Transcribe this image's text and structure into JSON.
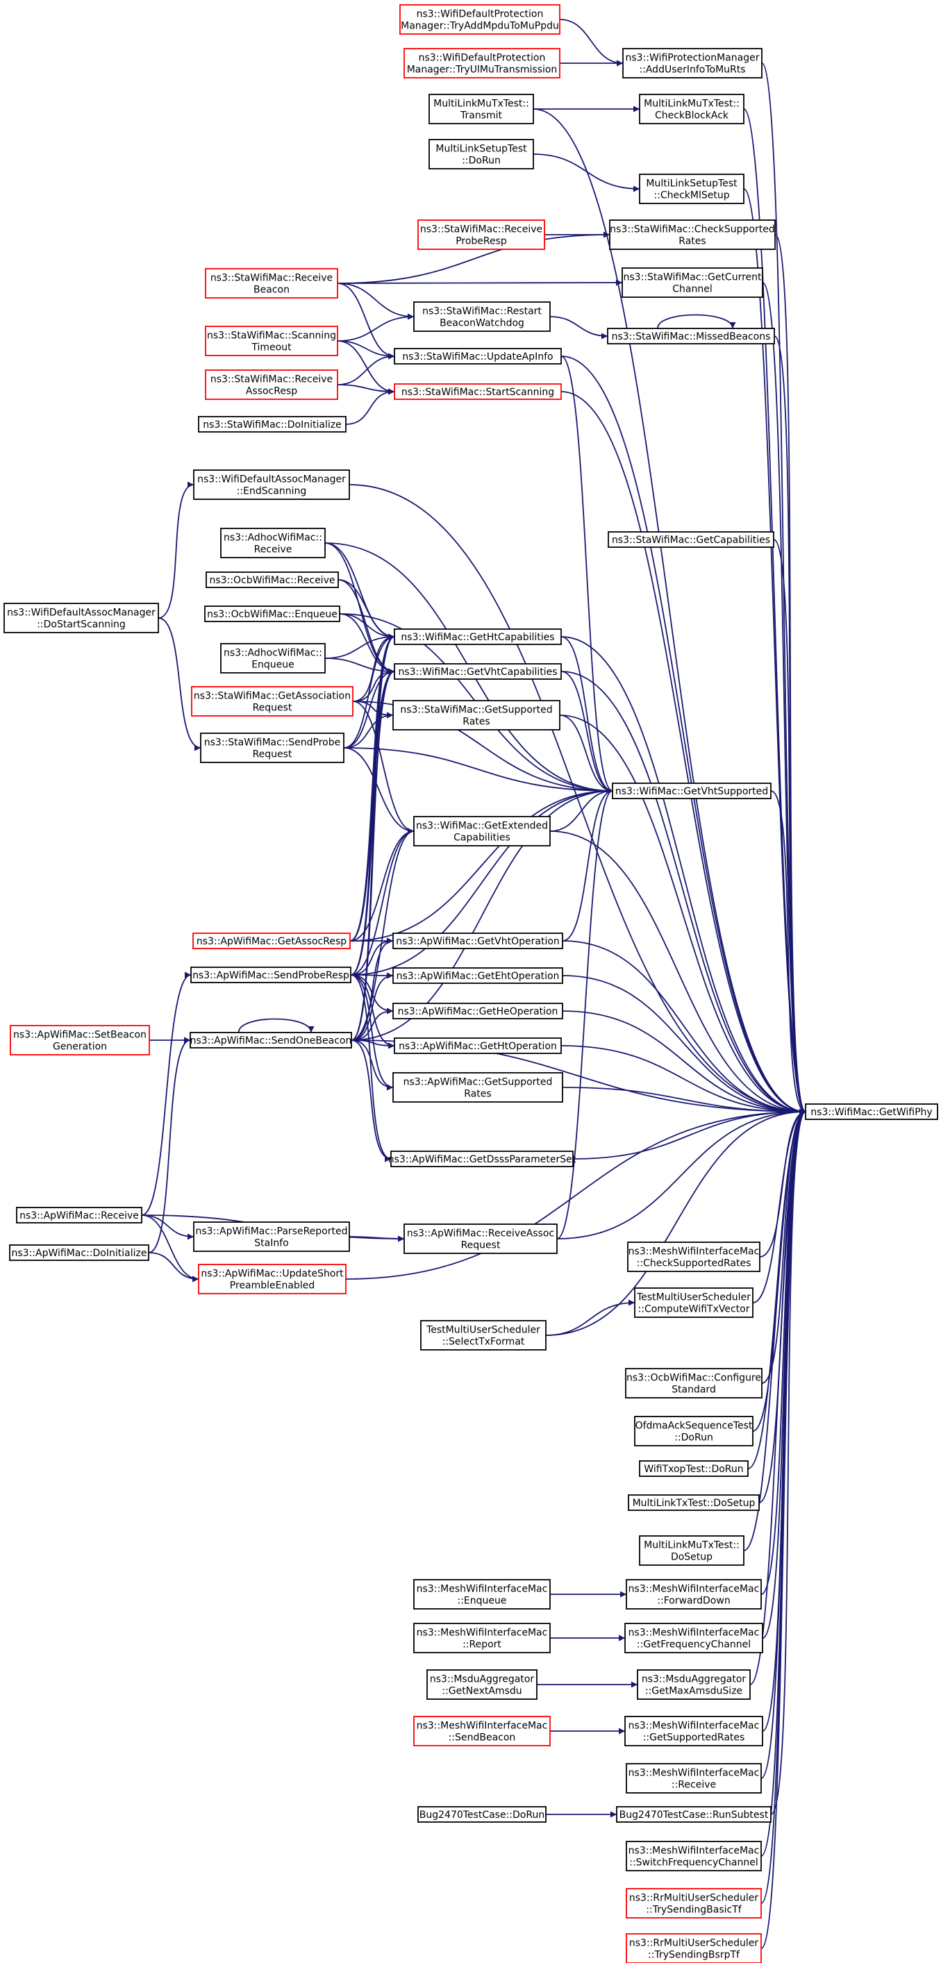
{
  "colors": {
    "edge": "#191970",
    "border_default": "#000000",
    "border_highlight": "#ff0000",
    "target_fill": "#bfbfbf",
    "background": "#ffffff"
  },
  "nodes": [
    {
      "id": "n1",
      "lines": [
        "ns3::WifiDefaultProtection",
        "Manager::TryAddMpduToMuPpdu"
      ],
      "style": "red"
    },
    {
      "id": "n2",
      "lines": [
        "ns3::WifiDefaultProtection",
        "Manager::TryUlMuTransmission"
      ],
      "style": "red"
    },
    {
      "id": "n3",
      "lines": [
        "ns3::WifiProtectionManager",
        "::AddUserInfoToMuRts"
      ],
      "style": "black"
    },
    {
      "id": "n4",
      "lines": [
        "MultiLinkMuTxTest::",
        "Transmit"
      ],
      "style": "black"
    },
    {
      "id": "n5",
      "lines": [
        "MultiLinkMuTxTest::",
        "CheckBlockAck"
      ],
      "style": "black"
    },
    {
      "id": "n6",
      "lines": [
        "MultiLinkSetupTest",
        "::DoRun"
      ],
      "style": "black"
    },
    {
      "id": "n7",
      "lines": [
        "MultiLinkSetupTest",
        "::CheckMlSetup"
      ],
      "style": "black"
    },
    {
      "id": "n8",
      "lines": [
        "ns3::StaWifiMac::Receive",
        "ProbeResp"
      ],
      "style": "red"
    },
    {
      "id": "n9",
      "lines": [
        "ns3::StaWifiMac::CheckSupported",
        "Rates"
      ],
      "style": "black"
    },
    {
      "id": "n10",
      "lines": [
        "ns3::StaWifiMac::Receive",
        "Beacon"
      ],
      "style": "red"
    },
    {
      "id": "n11",
      "lines": [
        "ns3::StaWifiMac::GetCurrent",
        "Channel"
      ],
      "style": "black"
    },
    {
      "id": "n12",
      "lines": [
        "ns3::StaWifiMac::Restart",
        "BeaconWatchdog"
      ],
      "style": "black"
    },
    {
      "id": "n13",
      "lines": [
        "ns3::StaWifiMac::MissedBeacons"
      ],
      "style": "black"
    },
    {
      "id": "n14",
      "lines": [
        "ns3::StaWifiMac::Scanning",
        "Timeout"
      ],
      "style": "red"
    },
    {
      "id": "n15",
      "lines": [
        "ns3::StaWifiMac::UpdateApInfo"
      ],
      "style": "black"
    },
    {
      "id": "n16",
      "lines": [
        "ns3::StaWifiMac::Receive",
        "AssocResp"
      ],
      "style": "red"
    },
    {
      "id": "n17",
      "lines": [
        "ns3::StaWifiMac::StartScanning"
      ],
      "style": "red"
    },
    {
      "id": "n18",
      "lines": [
        "ns3::StaWifiMac::DoInitialize"
      ],
      "style": "black"
    },
    {
      "id": "n19",
      "lines": [
        "ns3::WifiDefaultAssocManager",
        "::EndScanning"
      ],
      "style": "black"
    },
    {
      "id": "n20",
      "lines": [
        "ns3::AdhocWifiMac::",
        "Receive"
      ],
      "style": "black"
    },
    {
      "id": "n21",
      "lines": [
        "ns3::StaWifiMac::GetCapabilities"
      ],
      "style": "black"
    },
    {
      "id": "n22",
      "lines": [
        "ns3::OcbWifiMac::Receive"
      ],
      "style": "black"
    },
    {
      "id": "n23",
      "lines": [
        "ns3::WifiDefaultAssocManager",
        "::DoStartScanning"
      ],
      "style": "black"
    },
    {
      "id": "n24",
      "lines": [
        "ns3::OcbWifiMac::Enqueue"
      ],
      "style": "black"
    },
    {
      "id": "n25",
      "lines": [
        "ns3::WifiMac::GetHtCapabilities"
      ],
      "style": "black"
    },
    {
      "id": "n26",
      "lines": [
        "ns3::AdhocWifiMac::",
        "Enqueue"
      ],
      "style": "black"
    },
    {
      "id": "n27",
      "lines": [
        "ns3::WifiMac::GetVhtCapabilities"
      ],
      "style": "black"
    },
    {
      "id": "n28",
      "lines": [
        "ns3::StaWifiMac::GetAssociation",
        "Request"
      ],
      "style": "red"
    },
    {
      "id": "n29",
      "lines": [
        "ns3::StaWifiMac::GetSupported",
        "Rates"
      ],
      "style": "black"
    },
    {
      "id": "n30",
      "lines": [
        "ns3::StaWifiMac::SendProbe",
        "Request"
      ],
      "style": "black"
    },
    {
      "id": "n31",
      "lines": [
        "ns3::WifiMac::GetVhtSupported"
      ],
      "style": "black"
    },
    {
      "id": "n32",
      "lines": [
        "ns3::WifiMac::GetExtended",
        "Capabilities"
      ],
      "style": "black"
    },
    {
      "id": "n33",
      "lines": [
        "ns3::ApWifiMac::GetAssocResp"
      ],
      "style": "red"
    },
    {
      "id": "n34",
      "lines": [
        "ns3::ApWifiMac::GetVhtOperation"
      ],
      "style": "black"
    },
    {
      "id": "n35",
      "lines": [
        "ns3::ApWifiMac::SendProbeResp"
      ],
      "style": "black"
    },
    {
      "id": "n36",
      "lines": [
        "ns3::ApWifiMac::GetEhtOperation"
      ],
      "style": "black"
    },
    {
      "id": "n37",
      "lines": [
        "ns3::ApWifiMac::SetBeacon",
        "Generation"
      ],
      "style": "red"
    },
    {
      "id": "n38",
      "lines": [
        "ns3::ApWifiMac::GetHeOperation"
      ],
      "style": "black"
    },
    {
      "id": "n39",
      "lines": [
        "ns3::ApWifiMac::SendOneBeacon"
      ],
      "style": "black"
    },
    {
      "id": "n40",
      "lines": [
        "ns3::ApWifiMac::GetHtOperation"
      ],
      "style": "black"
    },
    {
      "id": "n41",
      "lines": [
        "ns3::ApWifiMac::GetSupported",
        "Rates"
      ],
      "style": "black"
    },
    {
      "id": "n42",
      "lines": [
        "ns3::WifiMac::GetWifiPhy"
      ],
      "style": "target"
    },
    {
      "id": "n43",
      "lines": [
        "ns3::ApWifiMac::GetDsssParameterSet"
      ],
      "style": "black"
    },
    {
      "id": "n44",
      "lines": [
        "ns3::ApWifiMac::Receive"
      ],
      "style": "black"
    },
    {
      "id": "n45",
      "lines": [
        "ns3::ApWifiMac::ParseReported",
        "StaInfo"
      ],
      "style": "black"
    },
    {
      "id": "n46",
      "lines": [
        "ns3::ApWifiMac::ReceiveAssoc",
        "Request"
      ],
      "style": "black"
    },
    {
      "id": "n47",
      "lines": [
        "ns3::ApWifiMac::DoInitialize"
      ],
      "style": "black"
    },
    {
      "id": "n48",
      "lines": [
        "ns3::MeshWifiInterfaceMac",
        "::CheckSupportedRates"
      ],
      "style": "black"
    },
    {
      "id": "n49",
      "lines": [
        "ns3::ApWifiMac::UpdateShort",
        "PreambleEnabled"
      ],
      "style": "red"
    },
    {
      "id": "n50",
      "lines": [
        "TestMultiUserScheduler",
        "::ComputeWifiTxVector"
      ],
      "style": "black"
    },
    {
      "id": "n51",
      "lines": [
        "TestMultiUserScheduler",
        "::SelectTxFormat"
      ],
      "style": "black"
    },
    {
      "id": "n52",
      "lines": [
        "ns3::OcbWifiMac::Configure",
        "Standard"
      ],
      "style": "black"
    },
    {
      "id": "n53",
      "lines": [
        "OfdmaAckSequenceTest",
        "::DoRun"
      ],
      "style": "black"
    },
    {
      "id": "n54",
      "lines": [
        "WifiTxopTest::DoRun"
      ],
      "style": "black"
    },
    {
      "id": "n55",
      "lines": [
        "MultiLinkTxTest::DoSetup"
      ],
      "style": "black"
    },
    {
      "id": "n56",
      "lines": [
        "MultiLinkMuTxTest::",
        "DoSetup"
      ],
      "style": "black"
    },
    {
      "id": "n57",
      "lines": [
        "ns3::MeshWifiInterfaceMac",
        "::Enqueue"
      ],
      "style": "black"
    },
    {
      "id": "n58",
      "lines": [
        "ns3::MeshWifiInterfaceMac",
        "::ForwardDown"
      ],
      "style": "black"
    },
    {
      "id": "n59",
      "lines": [
        "ns3::MeshWifiInterfaceMac",
        "::Report"
      ],
      "style": "black"
    },
    {
      "id": "n60",
      "lines": [
        "ns3::MeshWifiInterfaceMac",
        "::GetFrequencyChannel"
      ],
      "style": "black"
    },
    {
      "id": "n61",
      "lines": [
        "ns3::MsduAggregator",
        "::GetNextAmsdu"
      ],
      "style": "black"
    },
    {
      "id": "n62",
      "lines": [
        "ns3::MsduAggregator",
        "::GetMaxAmsduSize"
      ],
      "style": "black"
    },
    {
      "id": "n63",
      "lines": [
        "ns3::MeshWifiInterfaceMac",
        "::SendBeacon"
      ],
      "style": "red"
    },
    {
      "id": "n64",
      "lines": [
        "ns3::MeshWifiInterfaceMac",
        "::GetSupportedRates"
      ],
      "style": "black"
    },
    {
      "id": "n65",
      "lines": [
        "ns3::MeshWifiInterfaceMac",
        "::Receive"
      ],
      "style": "black"
    },
    {
      "id": "n66",
      "lines": [
        "Bug2470TestCase::DoRun"
      ],
      "style": "black"
    },
    {
      "id": "n67",
      "lines": [
        "Bug2470TestCase::RunSubtest"
      ],
      "style": "black"
    },
    {
      "id": "n68",
      "lines": [
        "ns3::MeshWifiInterfaceMac",
        "::SwitchFrequencyChannel"
      ],
      "style": "black"
    },
    {
      "id": "n69",
      "lines": [
        "ns3::RrMultiUserScheduler",
        "::TrySendingBasicTf"
      ],
      "style": "red"
    },
    {
      "id": "n70",
      "lines": [
        "ns3::RrMultiUserScheduler",
        "::TrySendingBsrpTf"
      ],
      "style": "red"
    }
  ],
  "edges": [
    [
      "n1",
      "n3"
    ],
    [
      "n2",
      "n3"
    ],
    [
      "n4",
      "n5"
    ],
    [
      "n6",
      "n7"
    ],
    [
      "n8",
      "n9"
    ],
    [
      "n10",
      "n9"
    ],
    [
      "n10",
      "n11"
    ],
    [
      "n10",
      "n12"
    ],
    [
      "n10",
      "n15"
    ],
    [
      "n12",
      "n13"
    ],
    [
      "n13",
      "n13"
    ],
    [
      "n14",
      "n12"
    ],
    [
      "n14",
      "n15"
    ],
    [
      "n14",
      "n17"
    ],
    [
      "n16",
      "n15"
    ],
    [
      "n16",
      "n17"
    ],
    [
      "n18",
      "n17"
    ],
    [
      "n23",
      "n19"
    ],
    [
      "n23",
      "n30"
    ],
    [
      "n44",
      "n35"
    ],
    [
      "n47",
      "n39"
    ],
    [
      "n37",
      "n39"
    ],
    [
      "n39",
      "n39"
    ],
    [
      "n44",
      "n45"
    ],
    [
      "n44",
      "n46"
    ],
    [
      "n44",
      "n49"
    ],
    [
      "n47",
      "n49"
    ],
    [
      "n45",
      "n46"
    ],
    [
      "n51",
      "n50"
    ],
    [
      "n57",
      "n58"
    ],
    [
      "n59",
      "n60"
    ],
    [
      "n61",
      "n62"
    ],
    [
      "n63",
      "n64"
    ],
    [
      "n66",
      "n67"
    ],
    [
      "n20",
      "n25"
    ],
    [
      "n20",
      "n27"
    ],
    [
      "n20",
      "n31"
    ],
    [
      "n22",
      "n25"
    ],
    [
      "n22",
      "n27"
    ],
    [
      "n24",
      "n25"
    ],
    [
      "n24",
      "n27"
    ],
    [
      "n24",
      "n31"
    ],
    [
      "n26",
      "n25"
    ],
    [
      "n26",
      "n27"
    ],
    [
      "n28",
      "n25"
    ],
    [
      "n28",
      "n27"
    ],
    [
      "n28",
      "n29"
    ],
    [
      "n28",
      "n31"
    ],
    [
      "n28",
      "n32"
    ],
    [
      "n30",
      "n25"
    ],
    [
      "n30",
      "n27"
    ],
    [
      "n30",
      "n29"
    ],
    [
      "n30",
      "n31"
    ],
    [
      "n30",
      "n32"
    ],
    [
      "n33",
      "n25"
    ],
    [
      "n33",
      "n27"
    ],
    [
      "n33",
      "n32"
    ],
    [
      "n33",
      "n34"
    ],
    [
      "n33",
      "n31"
    ],
    [
      "n35",
      "n25"
    ],
    [
      "n35",
      "n27"
    ],
    [
      "n35",
      "n32"
    ],
    [
      "n35",
      "n34"
    ],
    [
      "n35",
      "n36"
    ],
    [
      "n35",
      "n38"
    ],
    [
      "n35",
      "n40"
    ],
    [
      "n35",
      "n41"
    ],
    [
      "n35",
      "n43"
    ],
    [
      "n35",
      "n31"
    ],
    [
      "n39",
      "n25"
    ],
    [
      "n39",
      "n27"
    ],
    [
      "n39",
      "n32"
    ],
    [
      "n39",
      "n34"
    ],
    [
      "n39",
      "n36"
    ],
    [
      "n39",
      "n38"
    ],
    [
      "n39",
      "n40"
    ],
    [
      "n39",
      "n41"
    ],
    [
      "n39",
      "n43"
    ],
    [
      "n39",
      "n31"
    ],
    [
      "n15",
      "n31"
    ],
    [
      "n25",
      "n31"
    ],
    [
      "n27",
      "n31"
    ],
    [
      "n29",
      "n31"
    ],
    [
      "n32",
      "n31"
    ],
    [
      "n34",
      "n31"
    ],
    [
      "n46",
      "n31"
    ],
    [
      "n3",
      "n42"
    ],
    [
      "n4",
      "n42"
    ],
    [
      "n5",
      "n42"
    ],
    [
      "n7",
      "n42"
    ],
    [
      "n9",
      "n42"
    ],
    [
      "n11",
      "n42"
    ],
    [
      "n13",
      "n42"
    ],
    [
      "n15",
      "n42"
    ],
    [
      "n17",
      "n42"
    ],
    [
      "n19",
      "n42"
    ],
    [
      "n21",
      "n42"
    ],
    [
      "n25",
      "n42"
    ],
    [
      "n27",
      "n42"
    ],
    [
      "n29",
      "n42"
    ],
    [
      "n31",
      "n42"
    ],
    [
      "n32",
      "n42"
    ],
    [
      "n34",
      "n42"
    ],
    [
      "n36",
      "n42"
    ],
    [
      "n38",
      "n42"
    ],
    [
      "n40",
      "n42"
    ],
    [
      "n41",
      "n42"
    ],
    [
      "n43",
      "n42"
    ],
    [
      "n39",
      "n42"
    ],
    [
      "n46",
      "n42"
    ],
    [
      "n49",
      "n42"
    ],
    [
      "n48",
      "n42"
    ],
    [
      "n50",
      "n42"
    ],
    [
      "n51",
      "n42"
    ],
    [
      "n52",
      "n42"
    ],
    [
      "n53",
      "n42"
    ],
    [
      "n54",
      "n42"
    ],
    [
      "n55",
      "n42"
    ],
    [
      "n56",
      "n42"
    ],
    [
      "n58",
      "n42"
    ],
    [
      "n60",
      "n42"
    ],
    [
      "n62",
      "n42"
    ],
    [
      "n64",
      "n42"
    ],
    [
      "n65",
      "n42"
    ],
    [
      "n67",
      "n42"
    ],
    [
      "n68",
      "n42"
    ],
    [
      "n69",
      "n42"
    ],
    [
      "n70",
      "n42"
    ]
  ]
}
